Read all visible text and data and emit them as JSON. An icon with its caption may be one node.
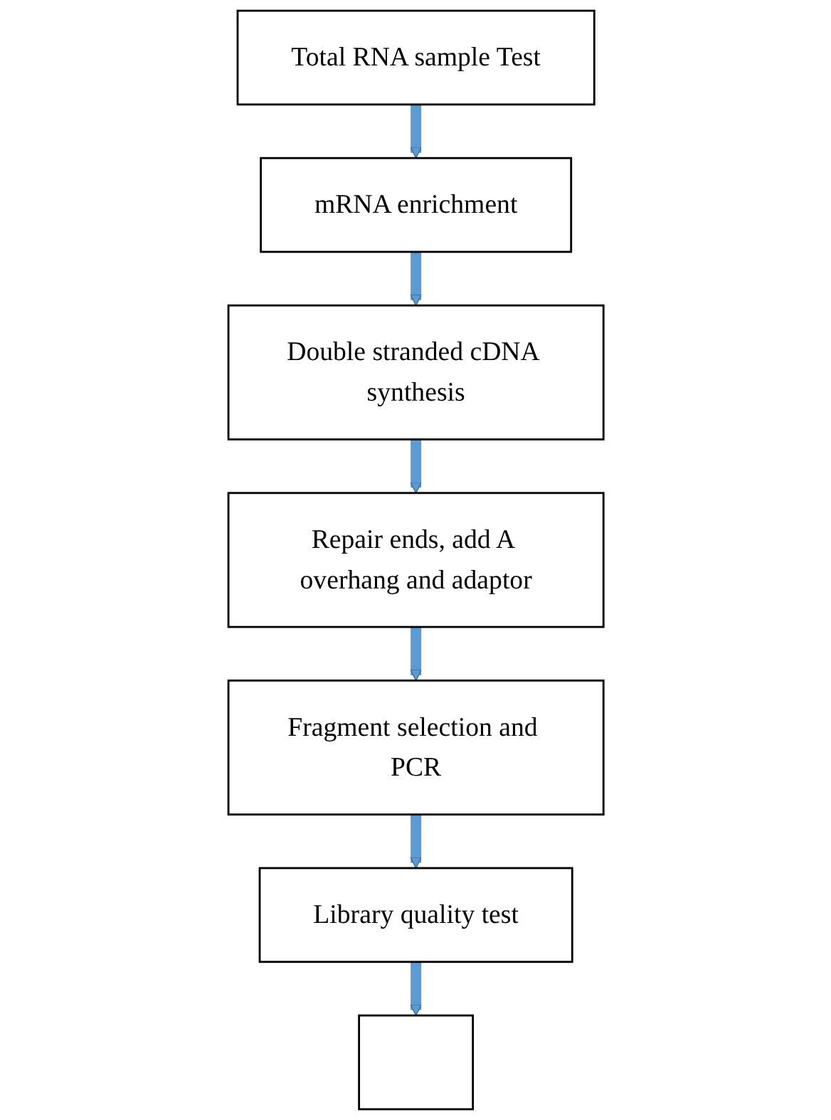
{
  "diagram": {
    "nodes": [
      {
        "text": [
          "Total RNA sample Test"
        ]
      },
      {
        "text": [
          "mRNA enrichment"
        ]
      },
      {
        "text": [
          "Double stranded cDNA synthesis"
        ]
      },
      {
        "text": [
          "Repair ends, add A overhang and adaptor"
        ]
      },
      {
        "text": [
          "Fragment selection and PCR"
        ]
      },
      {
        "text": [
          "Library quality test"
        ]
      },
      {
        "text": [],
        "shape": "box"
      }
    ],
    "edges": [
      {
        "from": 0,
        "to": 1,
        "arrow": "to",
        "color": "#5b9bd5"
      },
      {
        "from": 1,
        "to": 2,
        "arrow": "to",
        "color": "#5b9bd5"
      },
      {
        "from": 2,
        "to": 3,
        "arrow": "to",
        "color": "#5b9bd5"
      },
      {
        "from": 3,
        "to": 4,
        "arrow": "to",
        "color": "#5b9bd5"
      },
      {
        "from": 4,
        "to": 5,
        "arrow": "to",
        "color": "#5b9bd5"
      },
      {
        "from": 5,
        "to": 6,
        "arrow": "to",
        "color": "#5b9bd5"
      }
    ]
  }
}
